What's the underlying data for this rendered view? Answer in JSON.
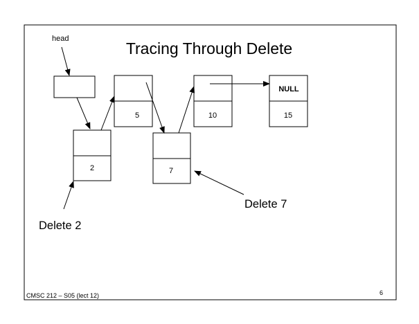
{
  "slide": {
    "title": "Tracing Through Delete",
    "footer_left": "CMSC 212 – S05 (lect 12)",
    "page_number": "6"
  },
  "labels": {
    "head": "head",
    "delete_2": "Delete 2",
    "delete_7": "Delete 7"
  },
  "nodes": {
    "head_value": "",
    "node_2": "2",
    "node_5": "5",
    "node_7": "7",
    "node_10": "10",
    "node_15": "15",
    "null_text": "NULL"
  }
}
